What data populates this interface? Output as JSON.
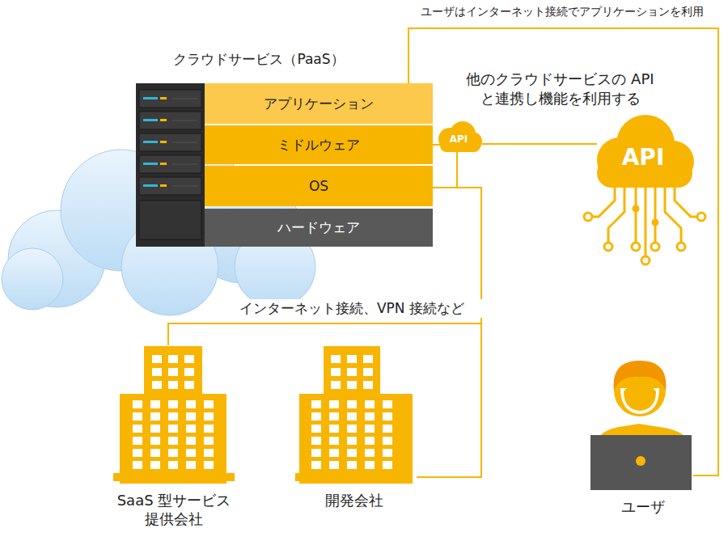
{
  "diagram": {
    "nodes": [
      {
        "text": [
          "クラウドサービス（PaaS）"
        ]
      },
      {
        "text": [
          "アプリケーション"
        ],
        "in": 0
      },
      {
        "text": [
          "ミドルウェア"
        ],
        "in": 0
      },
      {
        "text": [
          "OS"
        ],
        "in": 0
      },
      {
        "text": [
          "ハードウェア"
        ],
        "in": 0
      },
      {
        "text": [
          "API"
        ]
      },
      {
        "text": [
          "API"
        ]
      },
      {
        "text": [
          "SaaS 型サービス 提供会社"
        ]
      },
      {
        "text": [
          "開発会社"
        ]
      },
      {
        "text": [
          "ユーザ"
        ]
      }
    ],
    "edges": [
      {
        "from": 1,
        "to": 9,
        "arrow": "none",
        "label": "ユーザはインターネット接続でアプリケーションを利用"
      },
      {
        "from": 5,
        "to": 6,
        "arrow": "none",
        "label": "他のクラウドサービスの API と連携し機能を利用する"
      },
      {
        "from": 2,
        "to": 7,
        "arrow": "none",
        "label": "インターネット接続、VPN 接続など"
      },
      {
        "from": 2,
        "to": 8,
        "arrow": "none"
      },
      {
        "from": 3,
        "to": 7,
        "arrow": "none"
      },
      {
        "from": 3,
        "to": 8,
        "arrow": "none"
      }
    ]
  }
}
